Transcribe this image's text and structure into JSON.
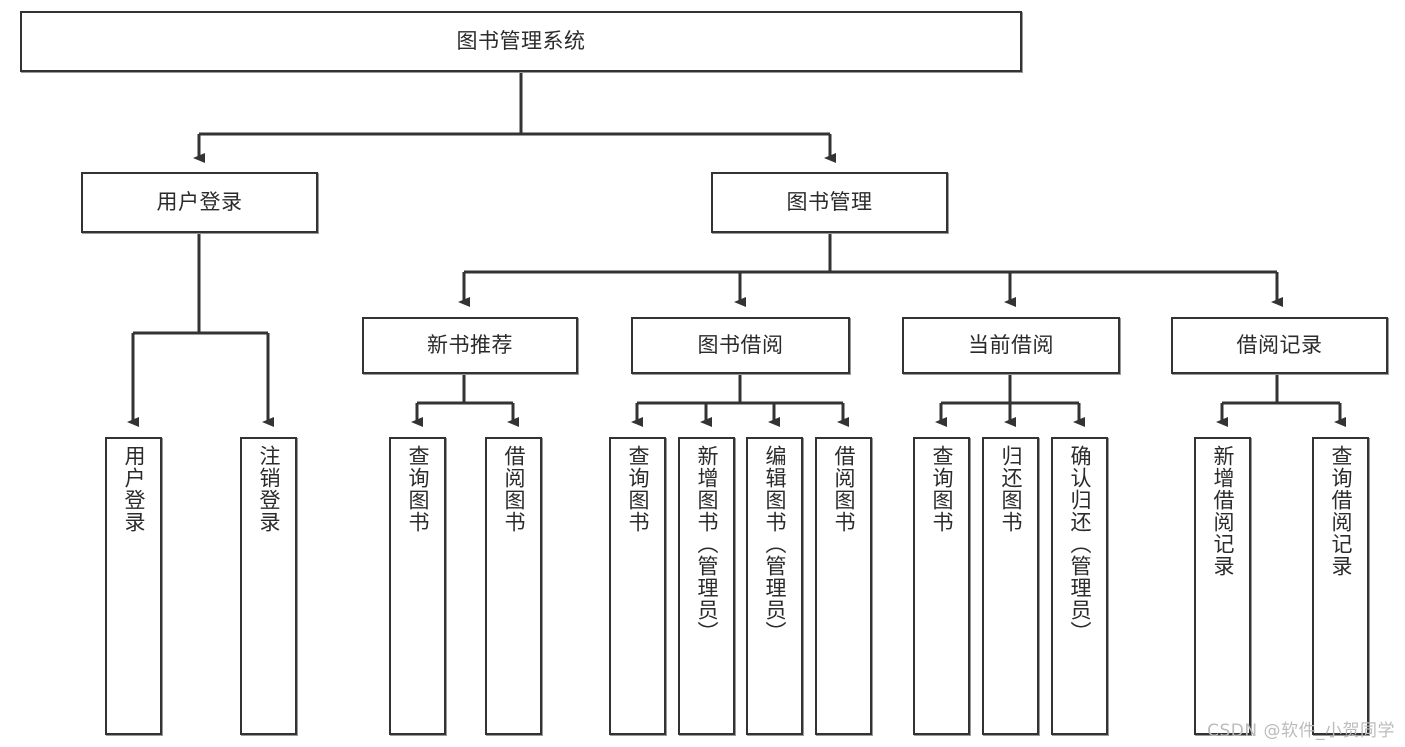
{
  "diagram": {
    "type": "tree-hierarchy-flowchart",
    "title": "图书管理系统",
    "colors": {
      "box_border": "#333333",
      "box_fill": "#ffffff",
      "connector": "#333333",
      "text": "#2b2b2b",
      "watermark": "#bcbcbc",
      "background": "#ffffff"
    },
    "root": {
      "label": "图书管理系统",
      "orientation": "horizontal"
    },
    "level2": [
      {
        "label": "用户登录",
        "orientation": "horizontal"
      },
      {
        "label": "图书管理",
        "orientation": "horizontal"
      }
    ],
    "level3": [
      {
        "label": "新书推荐",
        "orientation": "horizontal"
      },
      {
        "label": "图书借阅",
        "orientation": "horizontal"
      },
      {
        "label": "当前借阅",
        "orientation": "horizontal"
      },
      {
        "label": "借阅记录",
        "orientation": "horizontal"
      }
    ],
    "leaves": {
      "user_login": [
        {
          "label": "用户登录",
          "orientation": "vertical"
        },
        {
          "label": "注销登录",
          "orientation": "vertical"
        }
      ],
      "new_book_recommend": [
        {
          "label": "查询图书",
          "orientation": "vertical"
        },
        {
          "label": "借阅图书",
          "orientation": "vertical"
        }
      ],
      "book_borrow": [
        {
          "label": "查询图书",
          "orientation": "vertical"
        },
        {
          "label": "新增图书（管理员）",
          "orientation": "vertical"
        },
        {
          "label": "编辑图书（管理员）",
          "orientation": "vertical"
        },
        {
          "label": "借阅图书",
          "orientation": "vertical"
        }
      ],
      "current_borrow": [
        {
          "label": "查询图书",
          "orientation": "vertical"
        },
        {
          "label": "归还图书",
          "orientation": "vertical"
        },
        {
          "label": "确认归还（管理员）",
          "orientation": "vertical"
        }
      ],
      "borrow_record": [
        {
          "label": "新增借阅记录",
          "orientation": "vertical"
        },
        {
          "label": "查询借阅记录",
          "orientation": "vertical"
        }
      ]
    },
    "watermark": "CSDN @软件_小贺同学"
  }
}
